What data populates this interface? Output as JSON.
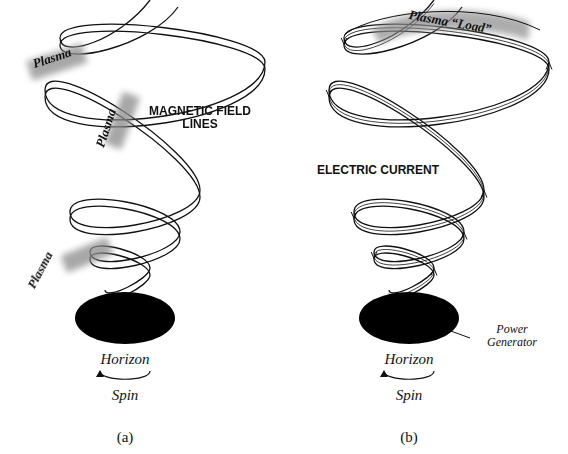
{
  "diagram": {
    "labels": [
      "Plasma",
      "Plasma",
      "Plasma",
      "MAGNETIC FIELD LINES",
      "Horizon",
      "Spin",
      "(a)",
      "Plasma “Load”",
      "ELECTRIC CURRENT",
      "Power Generator",
      "Horizon",
      "Spin",
      "(b)"
    ]
  }
}
